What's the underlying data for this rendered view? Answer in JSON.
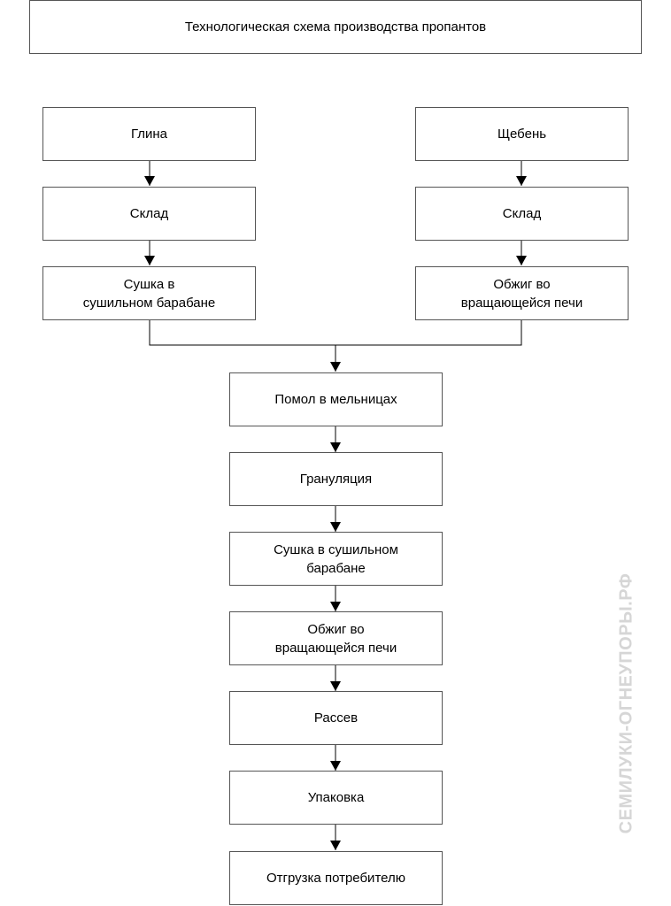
{
  "title": "Технологическая схема производства пропантов",
  "left_column": [
    "Глина",
    "Склад",
    "Сушка в\nсушильном барабане"
  ],
  "right_column": [
    "Щебень",
    "Склад",
    "Обжиг во\nвращающейся печи"
  ],
  "main_flow": [
    "Помол в мельницах",
    "Грануляция",
    "Сушка в сушильном\nбарабане",
    "Обжиг во\nвращающейся печи",
    "Рассев",
    "Упаковка",
    "Отгрузка потребителю"
  ],
  "watermark": "СЕМИЛУКИ-ОГНЕУПОРЫ.РФ",
  "colors": {
    "border": "#555555",
    "arrow": "#000000",
    "watermark": "#d6d6d6"
  }
}
